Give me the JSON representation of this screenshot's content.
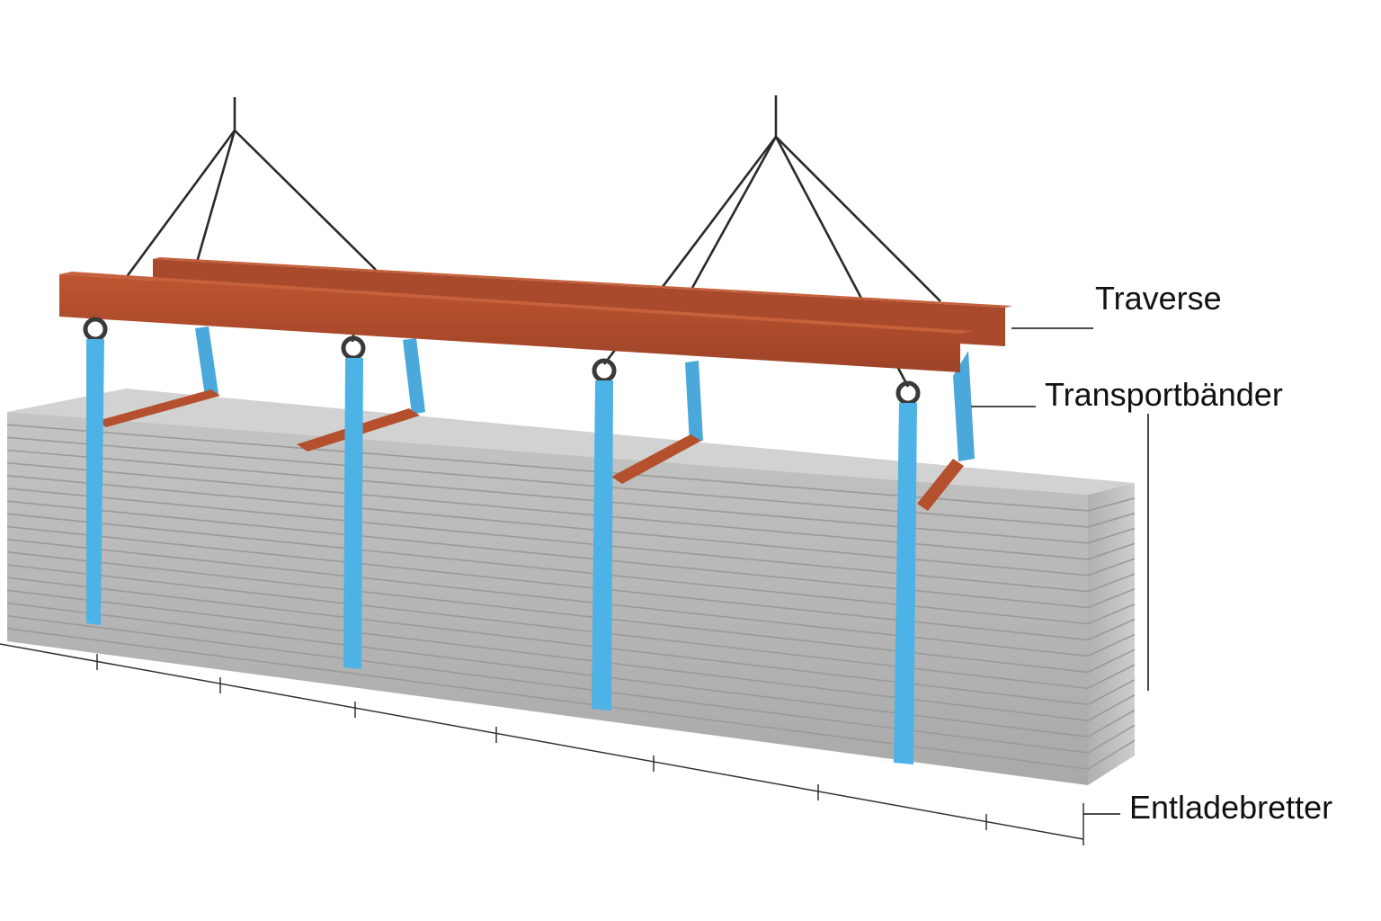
{
  "labels": {
    "traverse": "Traverse",
    "transport_straps": "Transportbänder",
    "unloading_boards": "Entladebretter"
  },
  "colors": {
    "beam": "#b5502f",
    "beam_top": "#c6603c",
    "strap": "#4db3e6",
    "stack_front": "#b9b9b9",
    "stack_top": "#cfcfcf",
    "cable": "#2a2a2a",
    "leader": "#333333"
  }
}
